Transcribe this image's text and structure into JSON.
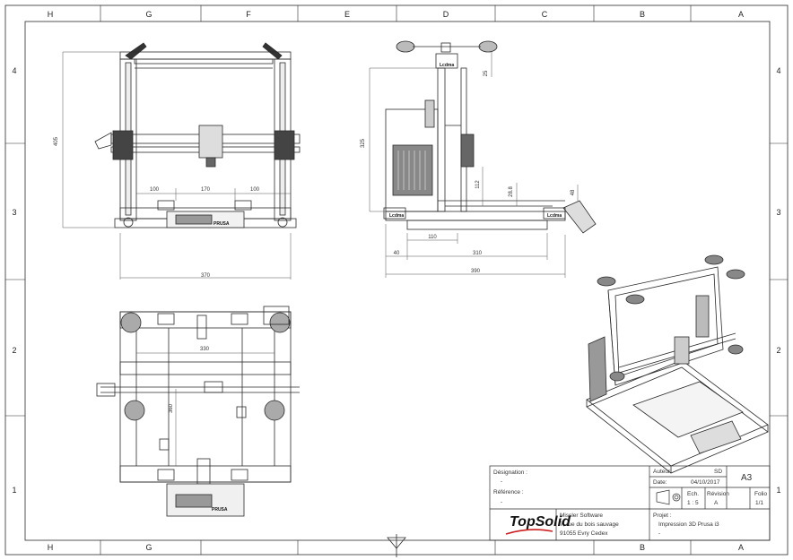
{
  "border_letters": [
    "H",
    "G",
    "F",
    "E",
    "D",
    "C",
    "B",
    "A"
  ],
  "border_numbers": [
    "4",
    "3",
    "2",
    "1"
  ],
  "dimensions": {
    "front_width": "370",
    "front_height": "405",
    "front_left_span": "100",
    "front_mid_span": "170",
    "front_right_span": "100",
    "side_height": "325",
    "side_top": "25",
    "side_112": "112",
    "side_288": "28.8",
    "side_48": "48",
    "side_110": "110",
    "side_40": "40",
    "side_310": "310",
    "side_390": "390",
    "top_330": "330",
    "top_360": "360"
  },
  "model_labels": {
    "lcdma": "Lcdma",
    "prusa": "PRUSA"
  },
  "title_block": {
    "designation_label": "Désignation :",
    "designation_value": "-",
    "reference_label": "Référence :",
    "reference_value": "-",
    "author_label": "Auteur:",
    "author_value": "SD",
    "date_label": "Date:",
    "date_value": "04/10/2017",
    "format": "A3",
    "scale_label": "Ech.",
    "scale_value": "1 : 5",
    "revision_label": "Révision",
    "revision_value": "A",
    "folio_label": "Folio",
    "folio_value": "1/1",
    "company_line1": "Missler Software",
    "company_line2": "7, rue du bois sauvage",
    "company_line3": "91055 Evry Cedex",
    "project_label": "Projet :",
    "project_value": "Impression 3D  Prusa i3",
    "project_extra": "-",
    "logo_text": "TopSolid"
  },
  "colors": {
    "line": "#2a2a2a",
    "dim": "#555555",
    "logo_accent": "#cc1f1f"
  }
}
